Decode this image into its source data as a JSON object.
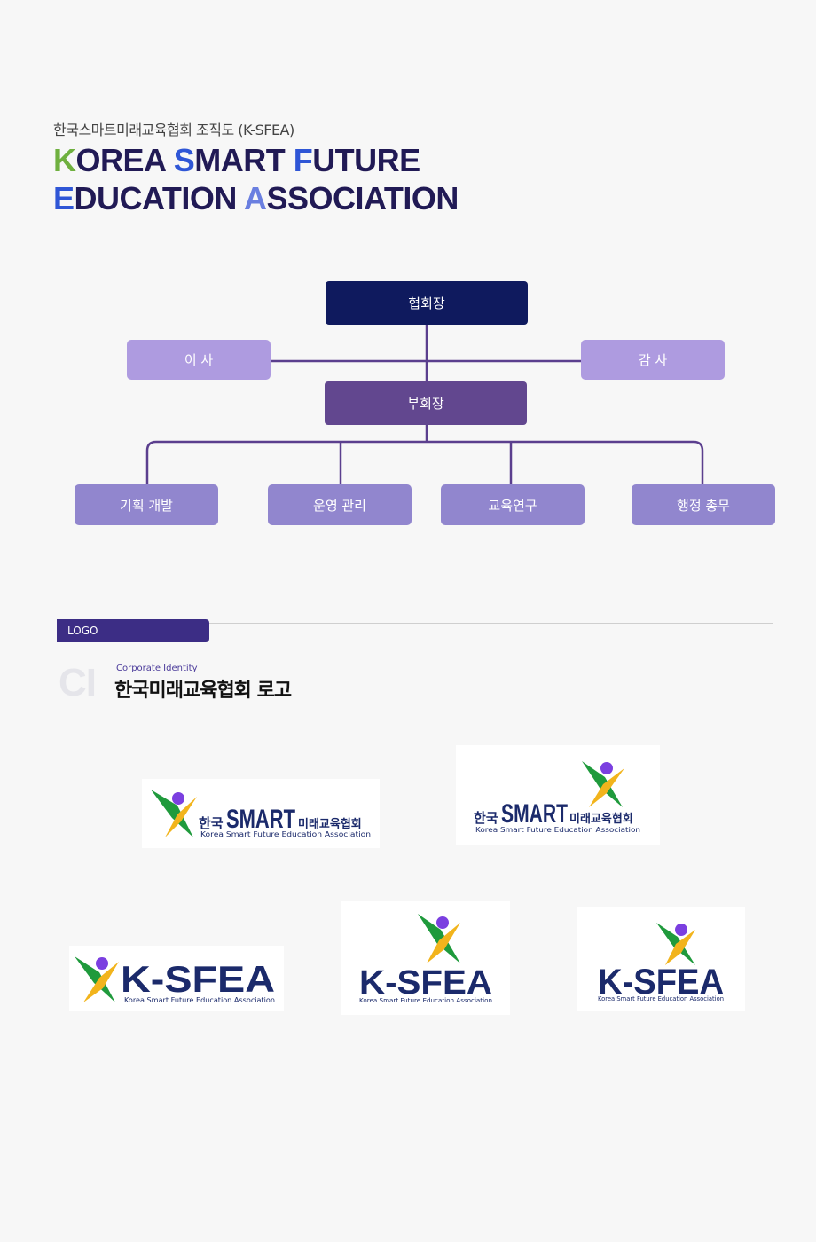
{
  "header": {
    "subtitle": "한국스마트미래교육협회 조직도 (K-SFEA)",
    "line1": [
      {
        "initial": "K",
        "rest": "OREA ",
        "initial_color": "#6fb03f"
      },
      {
        "initial": "S",
        "rest": "MART ",
        "initial_color": "#2f56d6"
      },
      {
        "initial": "F",
        "rest": "UTURE",
        "initial_color": "#2f56d6"
      }
    ],
    "line2": [
      {
        "initial": "E",
        "rest": "DUCATION ",
        "initial_color": "#2f56d6"
      },
      {
        "initial": "A",
        "rest": "SSOCIATION",
        "initial_color": "#6a7fe0"
      }
    ],
    "accent_dot_color": "#a99de6",
    "text_color": "#211a55"
  },
  "org": {
    "president": "협회장",
    "director": "이 사",
    "auditor": "감 사",
    "vice_president": "부회장",
    "departments": [
      "기획 개발",
      "운영 관리",
      "교육연구",
      "행정 총무"
    ]
  },
  "logo_section": {
    "tab_label": "LOGO",
    "ci_mark": "CI",
    "ci_caption": "Corporate Identity",
    "ci_title": "한국미래교육협회 로고",
    "logos": {
      "korean_prefix": "한국",
      "smart": "SMART",
      "korean_suffix": "미래교육협회",
      "tagline": "Korea Smart Future Education Association",
      "acronym": "K-SFEA"
    },
    "colors": {
      "navy": "#1b2a6b",
      "green": "#1f9a3c",
      "yellow": "#f2b41c",
      "purple": "#7b3fe0"
    }
  }
}
